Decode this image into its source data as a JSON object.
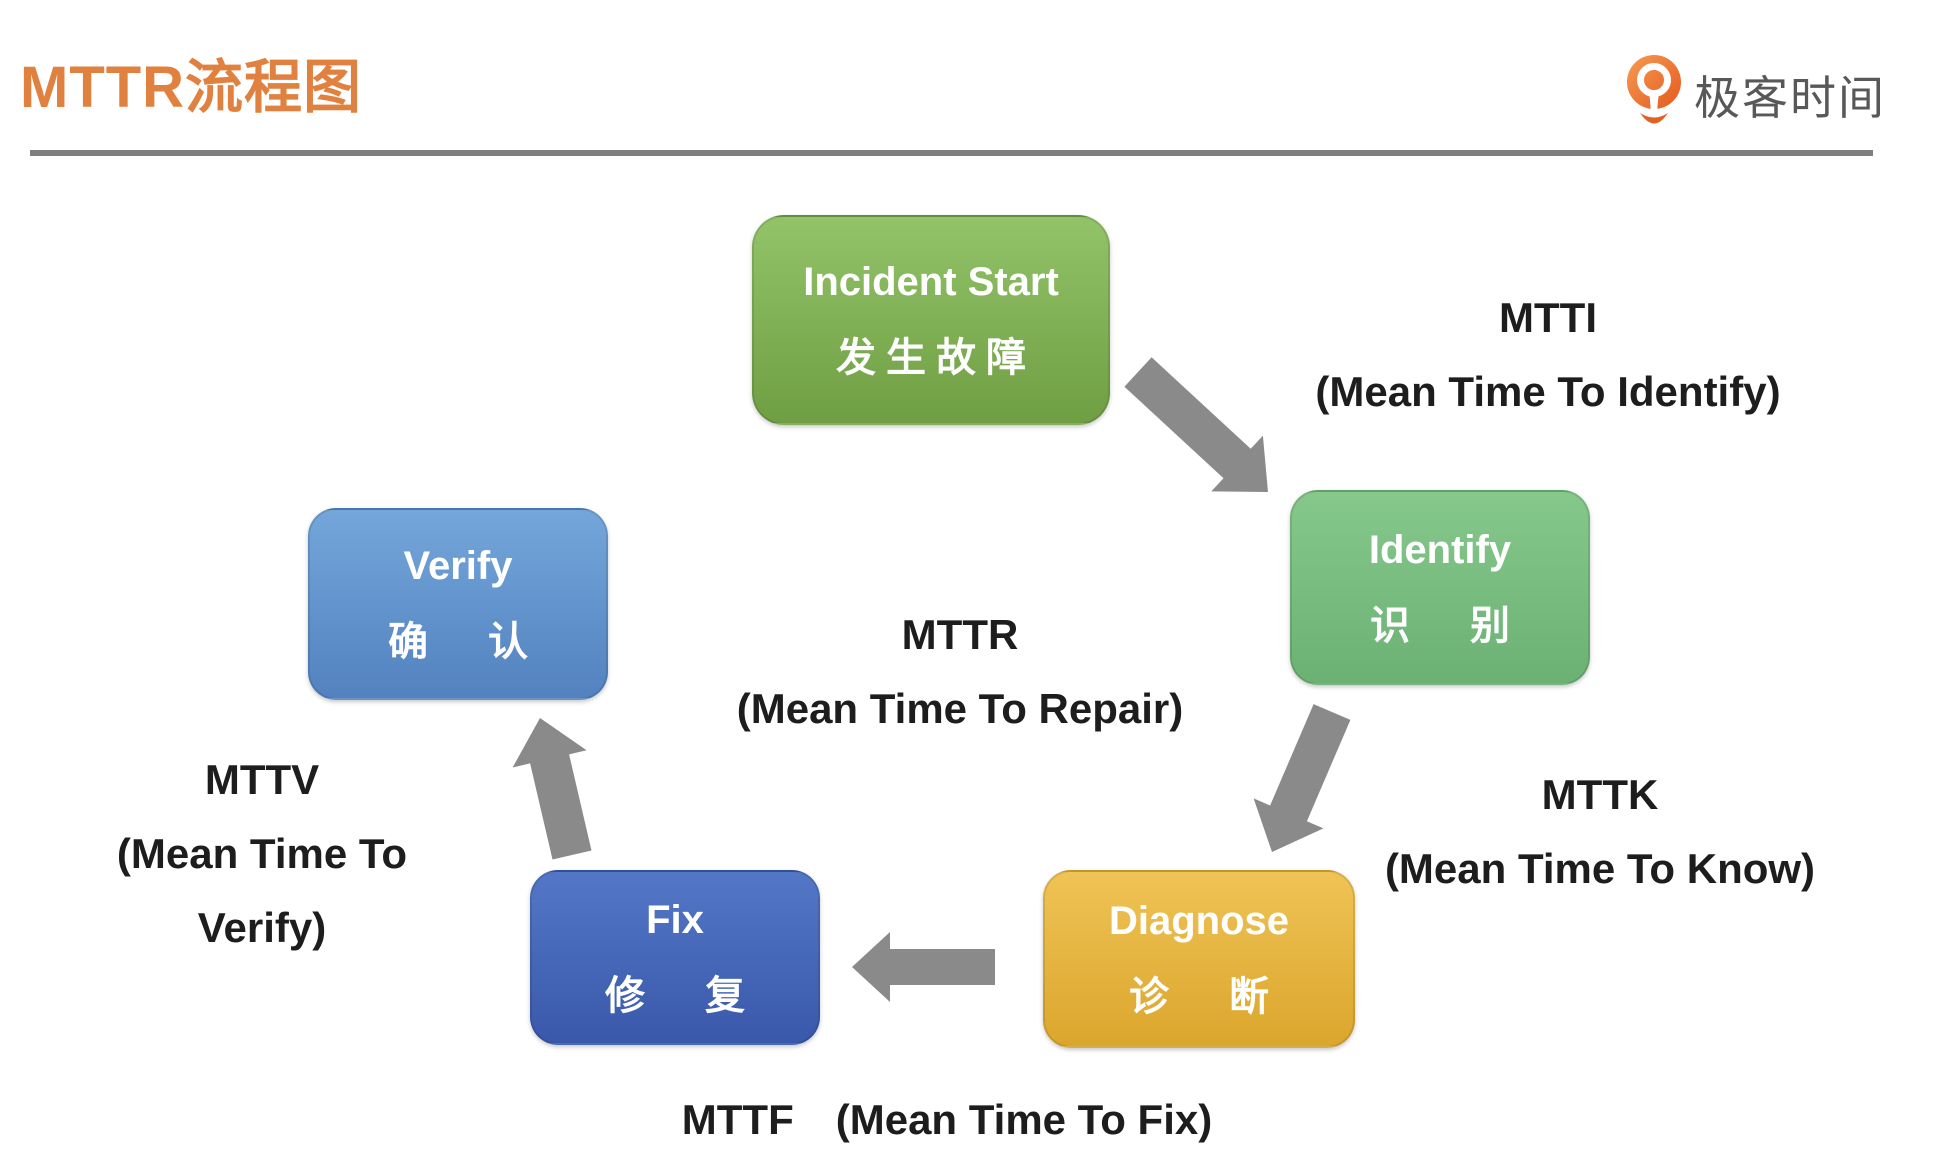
{
  "header": {
    "title": "MTTR流程图",
    "brand": {
      "icon": "geektime-pin-icon",
      "name": "极客时间"
    }
  },
  "nodes": {
    "incident": {
      "en": "Incident Start",
      "zh": "发生故障"
    },
    "identify": {
      "en": "Identify",
      "zh": "识　别"
    },
    "diagnose": {
      "en": "Diagnose",
      "zh": "诊　断"
    },
    "fix": {
      "en": "Fix",
      "zh": "修　复"
    },
    "verify": {
      "en": "Verify",
      "zh": "确　认"
    }
  },
  "labels": {
    "mtti": {
      "abbr": "MTTI",
      "full": "(Mean Time To Identify)"
    },
    "mttk": {
      "abbr": "MTTK",
      "full": "(Mean Time To Know)"
    },
    "mttf": {
      "line": "MTTF　(Mean Time To Fix)"
    },
    "mttv": {
      "abbr": "MTTV",
      "full1": "(Mean Time To",
      "full2": "Verify)"
    },
    "mttr": {
      "abbr": "MTTR",
      "full": "(Mean Time To Repair)"
    }
  },
  "flow_order": [
    "incident",
    "identify",
    "diagnose",
    "fix",
    "verify"
  ],
  "colors": {
    "title_orange": "#e0813f",
    "brand_orange": "#ee7b2f",
    "brand_text_gray": "#585858",
    "divider_gray": "#7f7f7f",
    "arrow_gray": "#8a8a8a",
    "incident_green": "#7fae53",
    "identify_green": "#79bd80",
    "diagnose_yellow": "#e5b441",
    "fix_blue": "#4667b8",
    "verify_blue": "#6295cc",
    "label_black": "#1d1d1d",
    "node_text_white": "#ffffff"
  }
}
